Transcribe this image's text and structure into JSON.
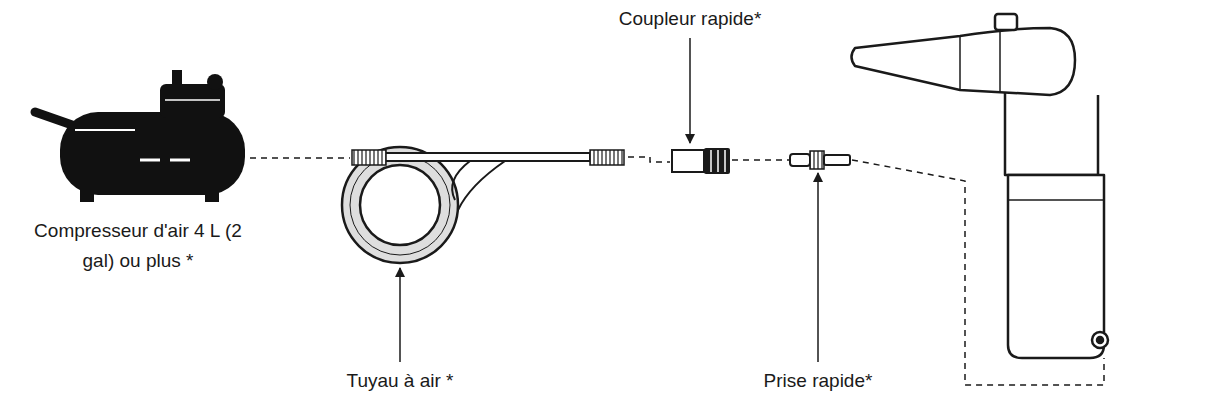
{
  "diagram": {
    "labels": [
      "Coupleur rapide*",
      "Compresseur d'air 4 L (2 gal) ou plus *",
      "Tuyau à air *",
      "Prise rapide*"
    ]
  }
}
